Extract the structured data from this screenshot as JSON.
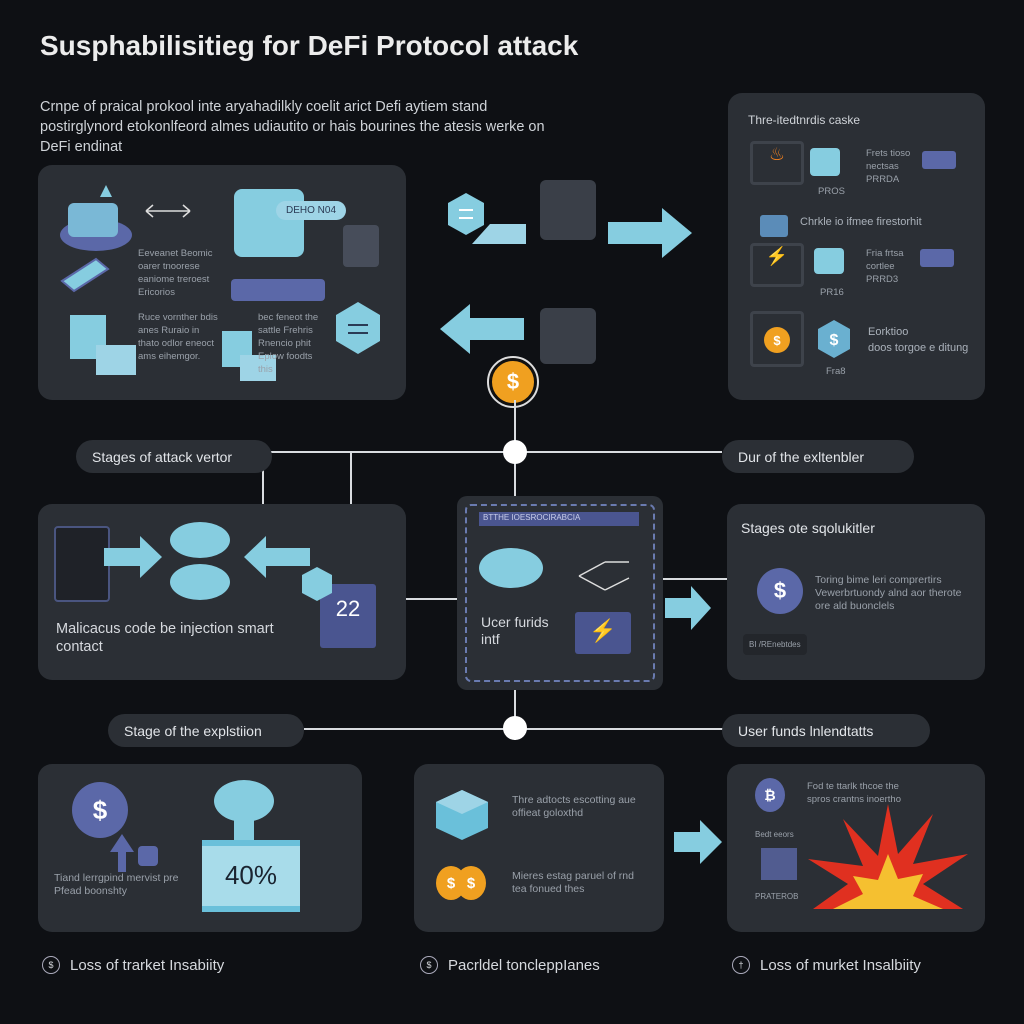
{
  "title": "Susphabilisitieg for DeFi Protocol attack",
  "intro": "Crnpe of praical prokool inte aryahadilkly coelit arict Defi aytiem stand postirglynord etokonlfeord almes udiautito or hais bourines the atesis werke on DeFi endinat",
  "panel_top_left": {
    "badge": "DEHO N04",
    "text1": "Eeveanet Beomic oarer tnoorese eaniome treroest Ericorios",
    "text2": "Ruce vornther bdis anes Ruraio in thato odlor eneoct ams eihemgor.",
    "text3": "bec feneot the sattle Frehris Rnencio phit Eplow foodts this"
  },
  "panel_top_right": {
    "heading": "Thre-itedtnrdis caske",
    "row1": {
      "label": "PROS",
      "text": "Frets tioso nectsas PRRDA"
    },
    "subheading": "Chrkle io ifmee firestorhit",
    "row2": {
      "label": "PR16",
      "text": "Fria frtsa cortlee PRRD3"
    },
    "row3": {
      "label": "Fra8",
      "title": "Eorktioo",
      "text": "doos torgoe e ditung"
    }
  },
  "pills": {
    "stages_attack": "Stages of attack vertor",
    "dur": "Dur of the exltenbler",
    "stage_exploit": "Stage of the explstiion",
    "user_funds": "User funds lnlendtatts"
  },
  "panel_mid_left": {
    "counter": "22",
    "text": "Malicacus code be injection smart contact"
  },
  "panel_mid_center": {
    "header": "BTTHE IOESROCIRABCIA",
    "text": "Ucer furids intf"
  },
  "panel_mid_right": {
    "heading": "Stages ote sqolukitler",
    "text": "Toring bime leri comprertirs Vewerbrtuondy alnd aor therote ore ald buonclels",
    "tag": "BI /REnebtdes"
  },
  "panel_bot_left": {
    "text": "Tiand lerrgpind mervist pre Pfead boonshty",
    "percent": "40%"
  },
  "panel_bot_center": {
    "text1": "Thre adtocts escotting aue offieat goloxthd",
    "text2": "Mieres estag paruel of rnd tea fonued thes"
  },
  "panel_bot_right": {
    "text1": "Fod te ttarlk thcoe the spros crantns inoertho",
    "label1": "Bedt eeors",
    "label2": "PRATEROB"
  },
  "captions": [
    "Loss of trarket Insabiity",
    "Pacrldel toncleppIanes",
    "Loss of murket Insalbiity"
  ],
  "colors": {
    "background": "#0e1014",
    "panel": "#2b2f35",
    "accent_cyan": "#86cde0",
    "accent_indigo": "#5b68a8",
    "coin_orange": "#f0a020",
    "explosion_red": "#e03020"
  }
}
